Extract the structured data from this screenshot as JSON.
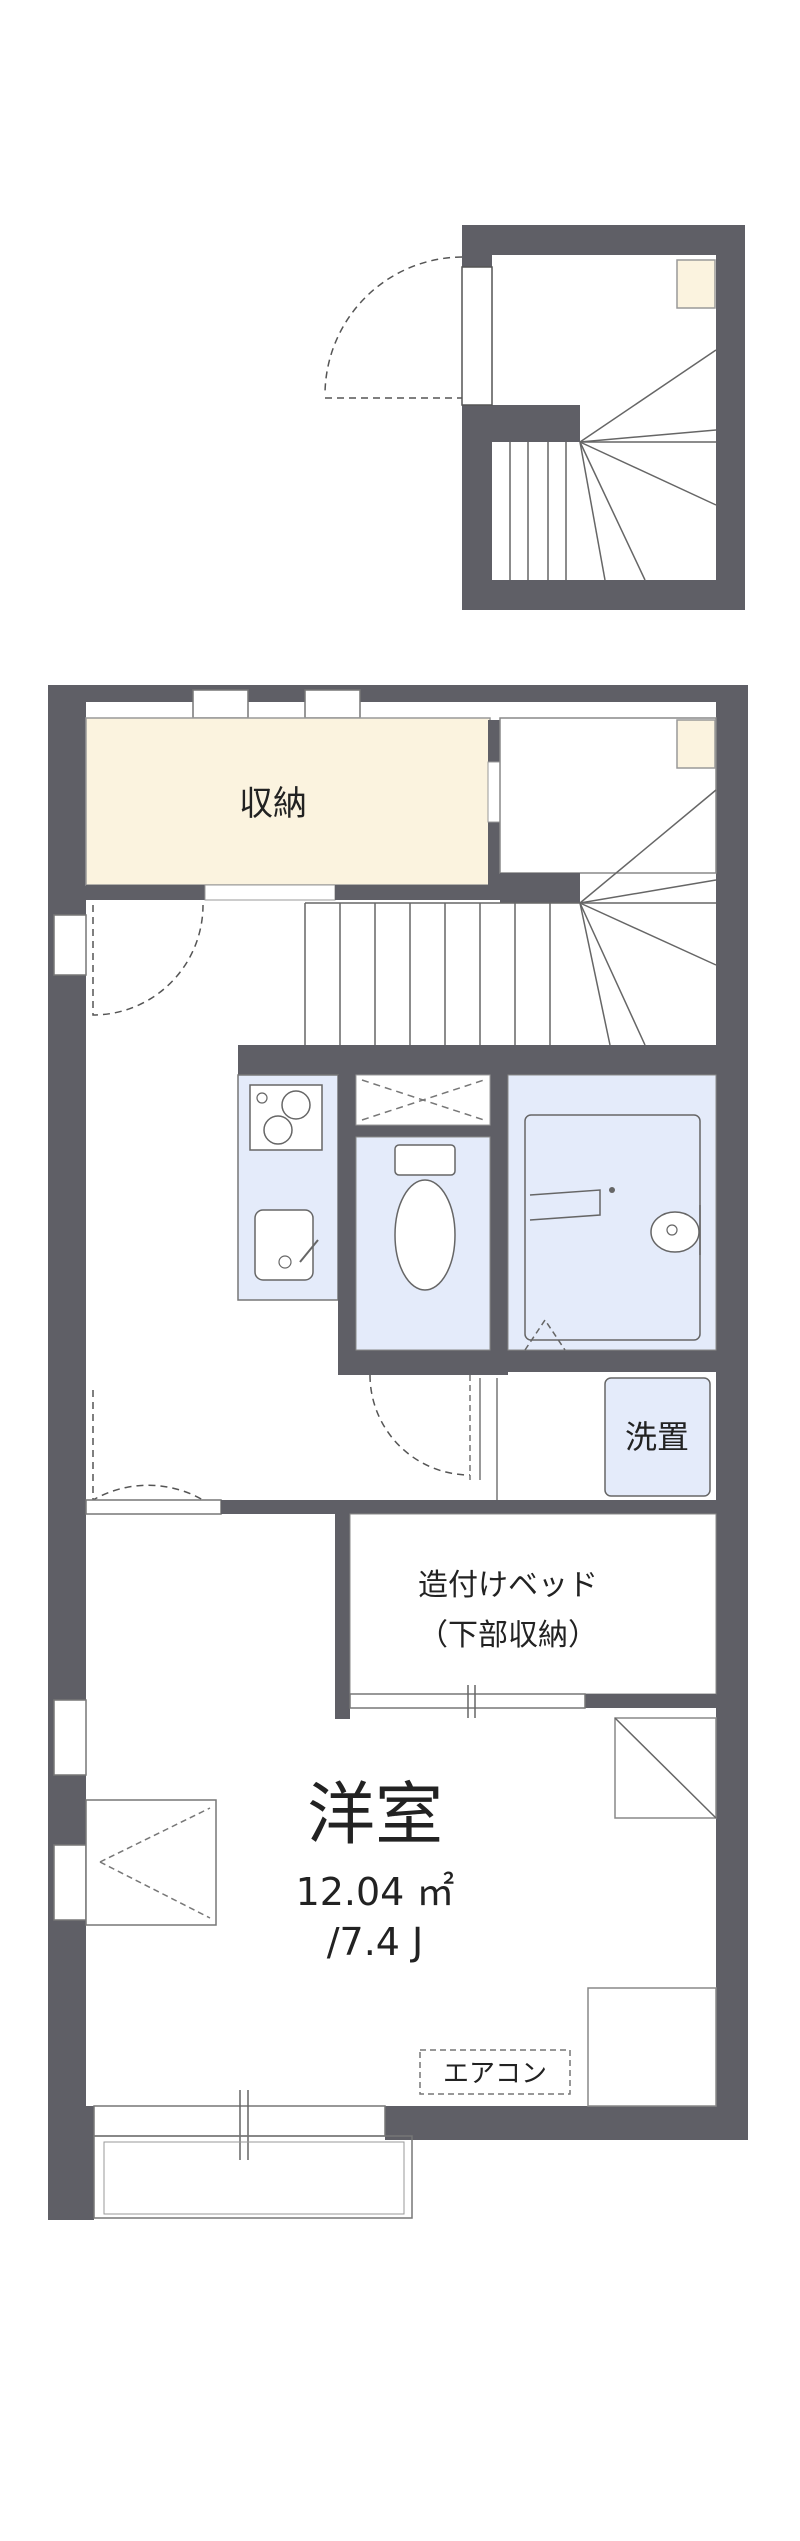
{
  "rooms": {
    "storage": "収納",
    "laundry": "洗置",
    "built_in_bed_line1": "造付けベッド",
    "built_in_bed_line2": "（下部収納）",
    "western_room": "洋室",
    "area_sqm": "12.04 ㎡",
    "area_jo": "/7.4 J",
    "aircon": "エアコン"
  },
  "colors": {
    "wall": "#5f5f66",
    "storage_fill": "#fbf3df",
    "wet_fill": "#e4ebfa",
    "line": "#555555"
  }
}
